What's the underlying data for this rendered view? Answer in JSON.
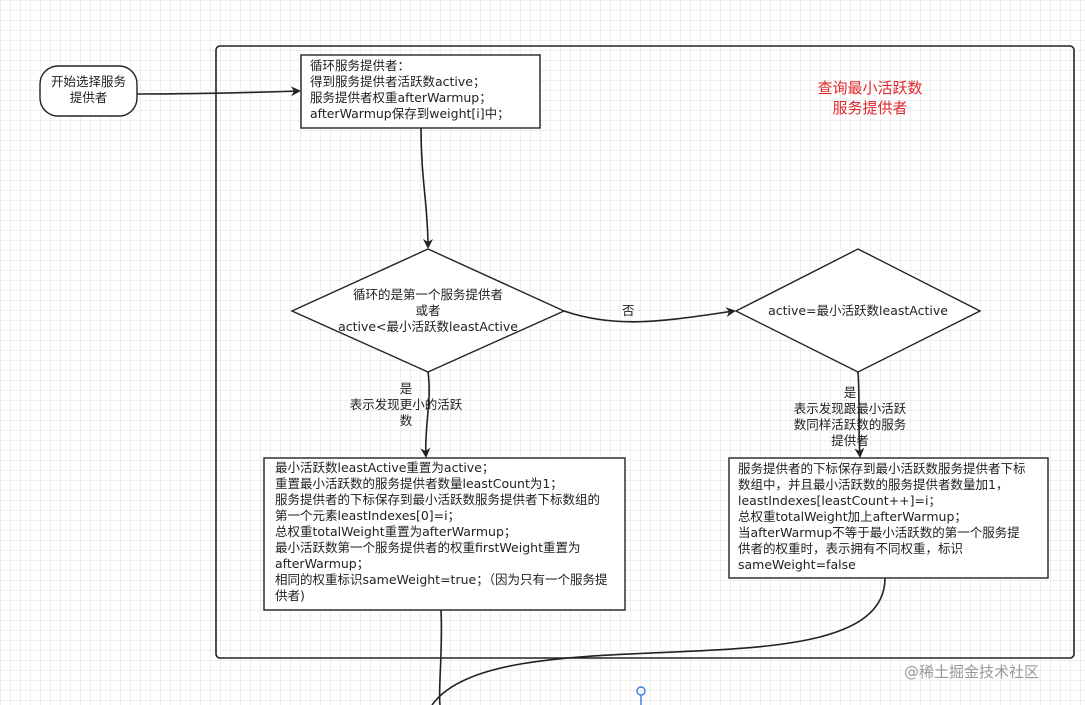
{
  "container_title": "查询最小活跃数\n服务提供者",
  "start_node": "开始选择服务\n提供者",
  "loop_box": "循环服务提供者：\n得到服务提供者活跃数active；\n服务提供者权重afterWarmup；\nafterWarmup保存到weight[i]中；",
  "decision1": "循环的是第一个服务提供者\n或者\nactive<最小活跃数leastActive",
  "decision2": "active=最小活跃数leastActive",
  "label_no": "否",
  "label_yes1": "是\n表示发现更小的活跃\n数",
  "label_yes2": "是\n表示发现跟最小活跃\n数同样活跃数的服务\n提供者",
  "box_left": "最小活跃数leastActive重置为active；\n重置最小活跃数的服务提供者数量leastCount为1；\n服务提供者的下标保存到最小活跃数服务提供者下标数组的\n第一个元素leastIndexes[0]=i；\n总权重totalWeight重置为afterWarmup；\n最小活跃数第一个服务提供者的权重firstWeight重置为\nafterWarmup；\n相同的权重标识sameWeight=true；（因为只有一个服务提\n供者)",
  "box_right": "服务提供者的下标保存到最小活跃数服务提供者下标\n数组中，并且最小活跃数的服务提供者数量加1，\nleastIndexes[leastCount++]=i；\n总权重totalWeight加上afterWarmup；\n当afterWarmup不等于最小活跃数的第一个服务提\n供者的权重时，表示拥有不同权重，标识\nsameWeight=false",
  "watermark": "@稀土掘金技术社区",
  "colors": {
    "title_red": "#e0272b",
    "stroke": "#222222",
    "watermark": "#9a9a9a"
  }
}
